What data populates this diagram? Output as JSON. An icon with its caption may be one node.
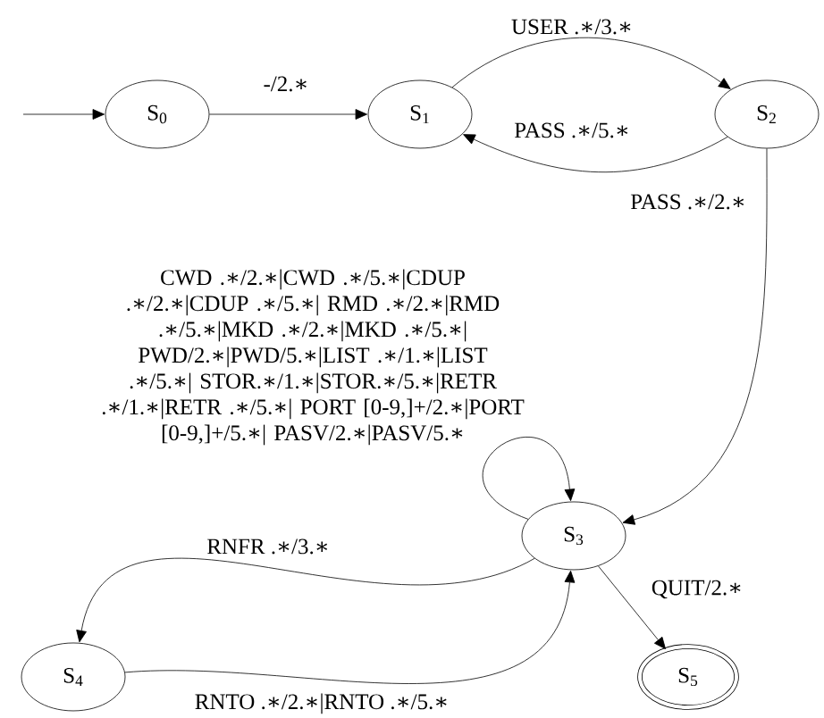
{
  "diagram": {
    "nodes": [
      {
        "text": [
          "S$_{0}$"
        ]
      },
      {
        "text": [
          "S$_{1}$"
        ]
      },
      {
        "text": [
          "S$_{2}$"
        ]
      },
      {
        "text": [
          "S$_{3}$"
        ]
      },
      {
        "text": [
          "S$_{4}$"
        ]
      },
      {
        "text": [
          "S$_{5}$"
        ]
      }
    ],
    "edges": [
      {
        "from": null,
        "to": 0,
        "arrow": "to"
      },
      {
        "from": 0,
        "to": 1,
        "arrow": "to",
        "label": "-/2.∗"
      },
      {
        "from": 1,
        "to": 2,
        "arrow": "to",
        "label": "USER .∗/3.∗"
      },
      {
        "from": 2,
        "to": 1,
        "arrow": "to",
        "label": "PASS .∗/5.∗"
      },
      {
        "from": 2,
        "to": 3,
        "arrow": "to",
        "label": "PASS .∗/2.∗"
      },
      {
        "from": 3,
        "to": 3,
        "arrow": "to",
        "label": "CWD .∗/2.∗|CWD .∗/5.∗|CDUP .∗/2.∗|CDUP .∗/5.∗| RMD .∗/2.∗|RMD .∗/5.∗|MKD .∗/2.∗|MKD .∗/5.∗| PWD/2.∗|PWD/5.∗|LIST .∗/1.∗|LIST .∗/5.∗| STOR.∗/1.∗|STOR.∗/5.∗|RETR .∗/1.∗|RETR .∗/5.∗| PORT [0-9,]+/2.∗|PORT [0-9,]+/5.∗| PASV/2.∗|PASV/5.∗"
      },
      {
        "from": 3,
        "to": 4,
        "arrow": "to",
        "label": "RNFR .∗/3.∗"
      },
      {
        "from": 4,
        "to": 3,
        "arrow": "to",
        "label": "RNTO .∗/2.∗|RNTO .∗/5.∗"
      },
      {
        "from": 3,
        "to": 5,
        "arrow": "to",
        "label": "QUIT/2.∗"
      }
    ]
  }
}
